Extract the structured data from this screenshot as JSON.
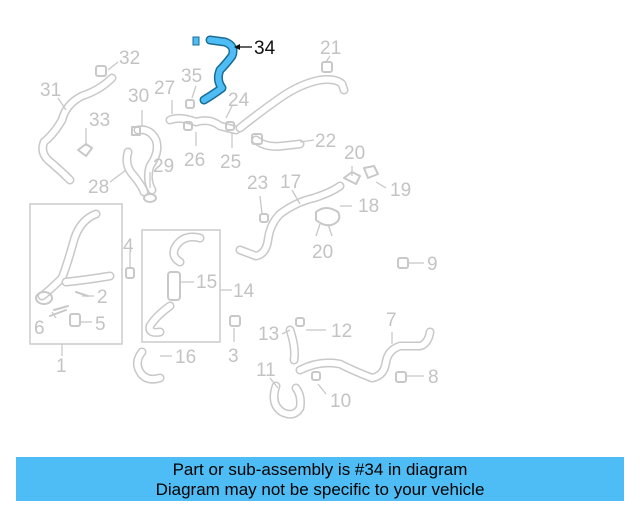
{
  "diagram": {
    "highlight_color": "#4ebdf5",
    "highlighted_part": "34",
    "callouts": [
      "34",
      "32",
      "21",
      "35",
      "27",
      "31",
      "30",
      "24",
      "33",
      "22",
      "26",
      "25",
      "29",
      "20",
      "28",
      "23",
      "17",
      "19",
      "18",
      "20",
      "4",
      "9",
      "15",
      "14",
      "2",
      "6",
      "5",
      "1",
      "16",
      "3",
      "7",
      "13",
      "12",
      "11",
      "8",
      "10"
    ]
  },
  "banner": {
    "line1": "Part or sub-assembly is #34 in diagram",
    "line2": "Diagram may not be specific to your vehicle",
    "background": "#4ebdf5"
  }
}
